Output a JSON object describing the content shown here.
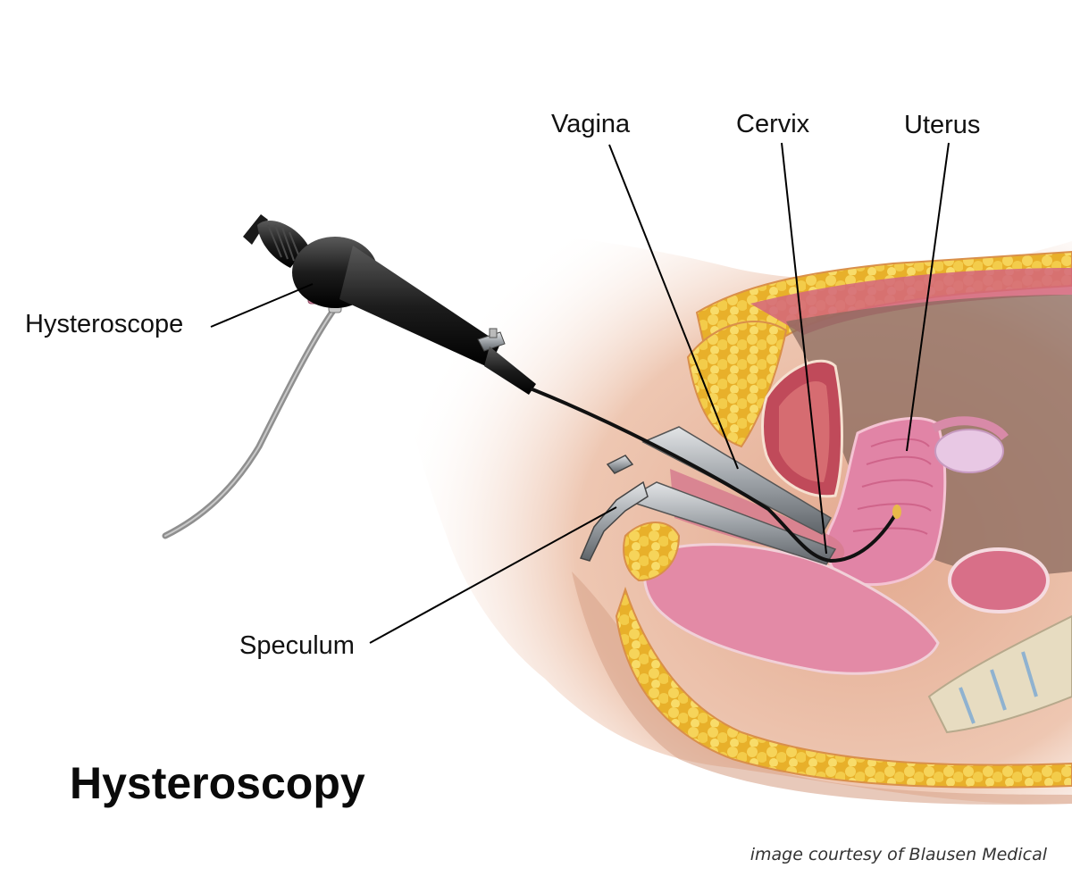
{
  "title": "Hysteroscopy",
  "credit": "image courtesy of Blausen Medical",
  "labels": {
    "vagina": "Vagina",
    "cervix": "Cervix",
    "uterus": "Uterus",
    "hysteroscope": "Hysteroscope",
    "speculum": "Speculum"
  },
  "colors": {
    "skin": "#e9c3ae",
    "skin_shadow": "#d9a58c",
    "fat": "#f0c43a",
    "muscle": "#d3667d",
    "uterus": "#e184a6",
    "bladder": "#c04a5a",
    "instrument": "#1e1e1e",
    "metal": "#9ea3a8"
  }
}
